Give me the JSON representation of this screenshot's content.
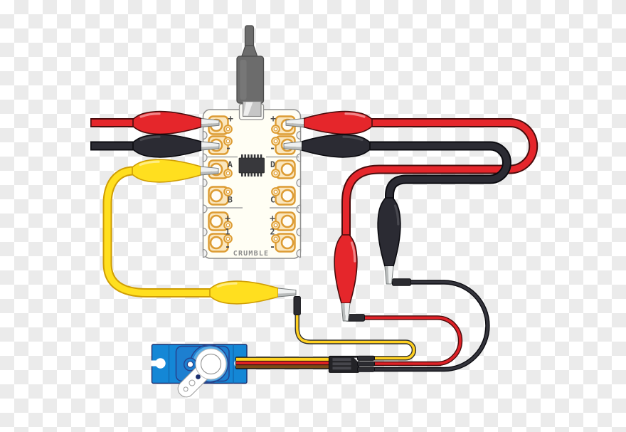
{
  "board": {
    "name": "CRUMBLE",
    "left_pin_labels": [
      "+",
      "-",
      "A",
      "B",
      "+",
      "1",
      "-"
    ],
    "right_pin_labels": [
      "+",
      "-",
      "D",
      "C",
      "+",
      "2",
      "-"
    ]
  },
  "components": {
    "usb": "USB cable plugged into micro-USB port on top of board",
    "chip": "black IC chip at board centre",
    "servo": {
      "type": "blue micro servo with white horn",
      "ribbon_colors": [
        "yellow",
        "red",
        "brown"
      ],
      "connector": "3-pin black header block"
    },
    "alligator_clips": [
      "red",
      "black",
      "yellow",
      "red",
      "black",
      "yellow",
      "red",
      "black"
    ]
  },
  "wiring": [
    {
      "lead": "red alligator lead",
      "from": "left + pad",
      "runs": "off left edge of image"
    },
    {
      "lead": "black alligator lead",
      "from": "left - pad",
      "runs": "off left edge of image"
    },
    {
      "lead": "yellow alligator lead",
      "from": "pad A",
      "to": "yellow (signal) pin of servo connector via jumper"
    },
    {
      "lead": "red alligator lead",
      "from": "right + pad",
      "to": "red (power) pin of servo connector via jumper"
    },
    {
      "lead": "black alligator lead",
      "from": "right - pad",
      "to": "brown (ground) pin of servo connector via jumper"
    }
  ],
  "colors": {
    "checker": "#ebebeb",
    "red": "#e5262b",
    "red_outline": "#490c0c",
    "red_thin": "#df2127",
    "black": "#2b2b33",
    "black_outline": "#0b0b10",
    "yellow": "#ffdf1f",
    "yellow_outline": "#cf9d04",
    "yellow_thin": "#ffd021",
    "thin_outline": "#2e2e2e",
    "brown": "#7c4a15",
    "board": "#fffef4",
    "board_stroke": "#8f8f8f",
    "pad": "#dd9c33",
    "pad_fill": "#fae6bd",
    "pad_hole": "#fffdf6",
    "text": "#4c4c4c",
    "crumble": "#8d8d8d",
    "chip": "#38383c",
    "usb": "#6c6c6c",
    "usb_dark": "#4a4a4a",
    "metal": "#c6c6c6",
    "jaw_hi": "#eef0f0",
    "jaw_lo": "#b9bcbc",
    "jaw_edge": "#6f7474",
    "sleeve": "#2c2c31",
    "block": "#232327",
    "servo_blue": "#1487d6",
    "servo_inner": "#1d7fd0",
    "servo_light": "#58ace6",
    "navy": "#27418c",
    "navy_dark": "#1b2e6e",
    "horn_stroke": "#9a9a9a"
  }
}
